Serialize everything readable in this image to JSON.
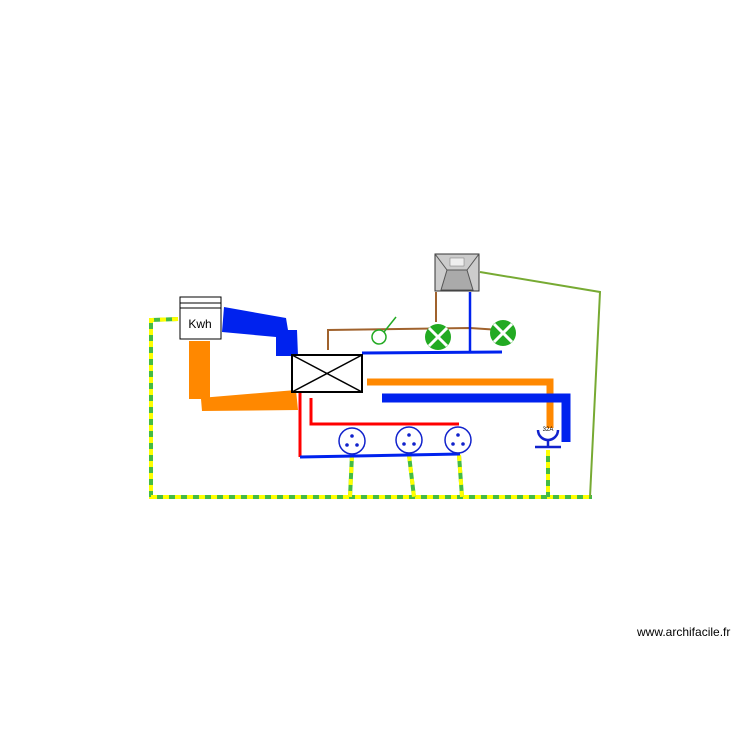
{
  "meter": {
    "label": "Kwh"
  },
  "outlet_32a": {
    "label": "32A"
  },
  "watermark": "www.archifacile.fr",
  "colors": {
    "phase": "#ff0000",
    "neutral": "#0022ee",
    "supply": "#ff8800",
    "earth_green": "#44bb44",
    "earth_yellow": "#ffff00",
    "switched_line": "#a0622d",
    "lamp": "#22aa22",
    "olive_line": "#77aa33",
    "outlet": "#1122cc"
  }
}
